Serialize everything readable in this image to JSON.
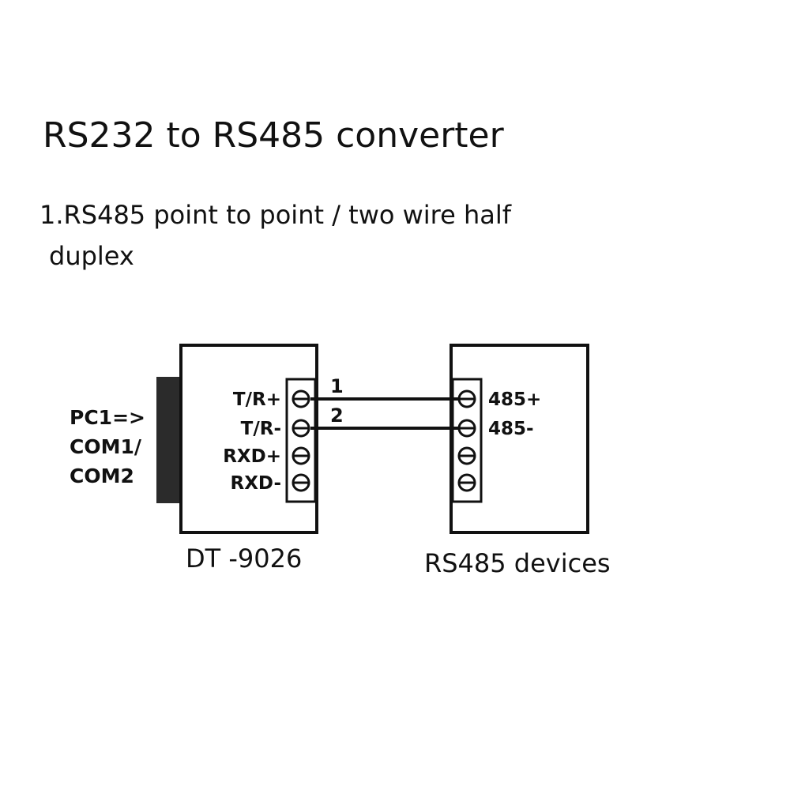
{
  "title": "RS232 to RS485 converter",
  "subtitle": {
    "line1": "1.RS485 point to point / two wire half",
    "line2": "duplex"
  },
  "pc_label": [
    "PC1=>",
    "COM1/",
    "COM2"
  ],
  "converter": {
    "name": "DT -9026",
    "pins": [
      "T/R+",
      "T/R-",
      "RXD+",
      "RXD-"
    ]
  },
  "device": {
    "name": "RS485 devices",
    "pins": [
      "485+",
      "485-"
    ]
  },
  "wires": [
    {
      "number": "1",
      "from": "T/R+",
      "to": "485+"
    },
    {
      "number": "2",
      "from": "T/R-",
      "to": "485-"
    }
  ]
}
